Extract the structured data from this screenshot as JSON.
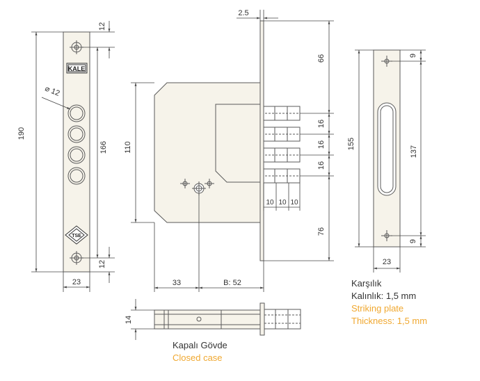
{
  "colors": {
    "line": "#5a5a5a",
    "face": "#f6f3ea",
    "text": "#333333",
    "accent": "#f0a830"
  },
  "front_plate": {
    "logo_text": "KALE",
    "badge_text": "TSE",
    "dims": {
      "top_offset": "12",
      "bottom_offset": "12",
      "height": "190",
      "hole_span": "166",
      "width": "23",
      "hole_diameter": "⌀ 12"
    }
  },
  "lock_body": {
    "dims": {
      "plate_thickness": "2.5",
      "top_to_bolt": "66",
      "bolt_pitch_1": "16",
      "bolt_pitch_2": "16",
      "bolt_pitch_3": "16",
      "bottom_to_bolt": "76",
      "body_height": "110",
      "bolt_seg_1": "10",
      "bolt_seg_2": "10",
      "bolt_seg_3": "10",
      "spindle_offset": "33",
      "backset": "B: 52"
    }
  },
  "striking_plate": {
    "dims": {
      "height": "155",
      "slot_span": "137",
      "top_offset": "9",
      "bottom_offset": "9",
      "width": "23"
    },
    "caption": {
      "title_tr": "Karşılık",
      "thickness_tr": "Kalınlık: 1,5 mm",
      "title_en": "Striking plate",
      "thickness_en": "Thickness: 1,5 mm"
    }
  },
  "closed_case": {
    "dims": {
      "depth": "14"
    },
    "caption": {
      "title_tr": "Kapalı Gövde",
      "title_en": "Closed case"
    }
  }
}
